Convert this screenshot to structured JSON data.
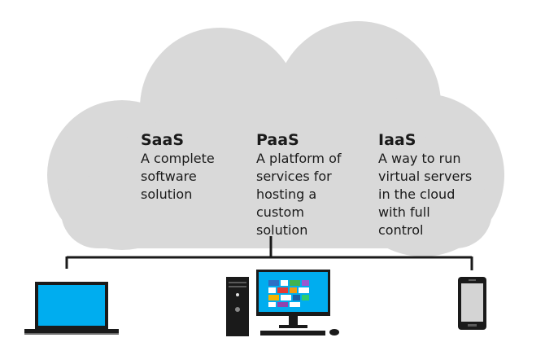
{
  "services": [
    {
      "name": "SaaS",
      "description": "A complete\nsoftware\nsolution"
    },
    {
      "name": "PaaS",
      "description": "A platform of\nservices for\nhosting a\ncustom\nsolution"
    },
    {
      "name": "IaaS",
      "description": "A way to run\nvirtual servers\nin the cloud\nwith full\ncontrol"
    }
  ],
  "devices": [
    "laptop-icon",
    "desktop-computer-icon",
    "smartphone-icon"
  ],
  "colors": {
    "cloud": "#d9d9d9",
    "screen": "#00adef",
    "device_frame": "#1a1a1a",
    "connector": "#1a1a1a"
  }
}
